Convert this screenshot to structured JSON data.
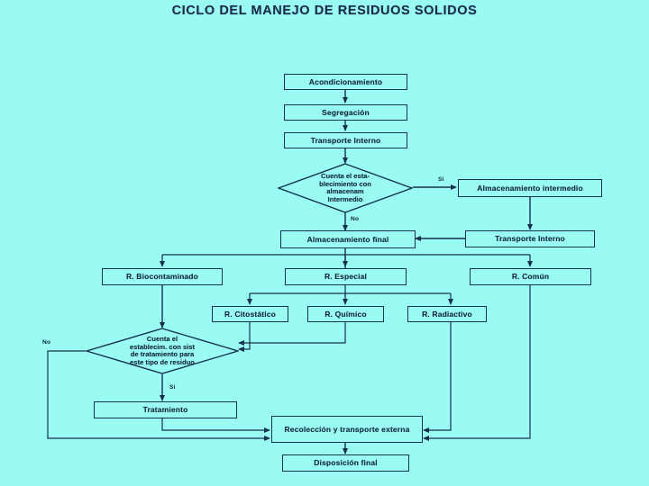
{
  "page": {
    "title": "CICLO DEL MANEJO DE RESIDUOS SOLIDOS",
    "background_color": "#99fbf2",
    "line_color": "#16304f",
    "text_color": "#12253f"
  },
  "nodes": {
    "acondicionamiento": "Acondicionamiento",
    "segregacion": "Segregación",
    "transporte_interno_1": "Transporte Interno",
    "decision_almacen": "Cuenta el esta-\nblecimiento con\nalmacenam\nIntermedio",
    "almacenamiento_intermedio": "Almacenamiento intermedio",
    "transporte_interno_2": "Transporte Interno",
    "almacenamiento_final": "Almacenamiento final",
    "r_biocontaminado": "R. Biocontaminado",
    "r_especial": "R. Especial",
    "r_comun": "R. Común",
    "r_citostatico": "R. Citostático",
    "r_quimico": "R. Químico",
    "r_radiactivo": "R. Radiactivo",
    "decision_tratamiento": "Cuenta el\nestablecim. con sist\nde tratamiento para\neste tipo de residuo",
    "tratamiento": "Tratamiento",
    "recoleccion": "Recolección y transporte externa",
    "disposicion_final": "Disposición final"
  },
  "edge_labels": {
    "si_almacen": "Si",
    "no_almacen": "No",
    "no_tratamiento": "No",
    "si_tratamiento": "Si"
  }
}
